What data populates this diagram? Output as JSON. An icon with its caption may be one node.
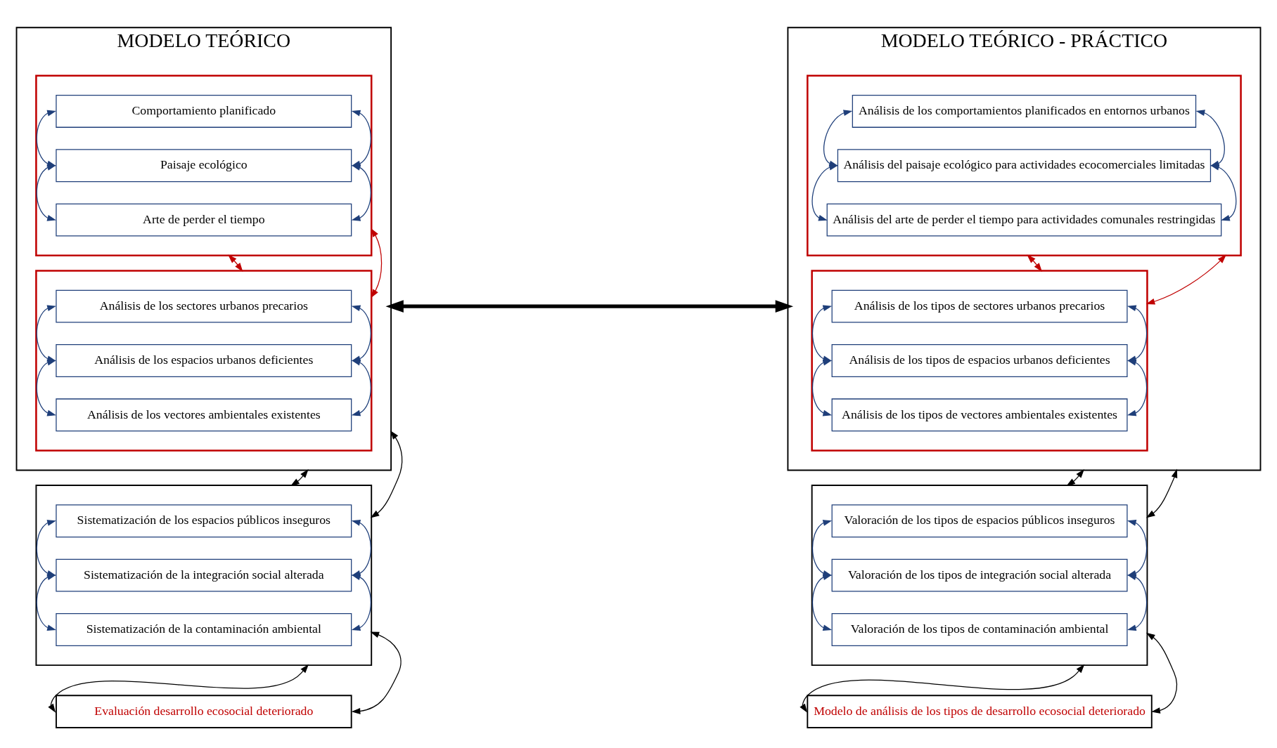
{
  "diagram": {
    "nodes": [
      {
        "text": [
          "MODELO TEÓRICO"
        ]
      },
      {
        "text": [],
        "shape": "box",
        "in": 0
      },
      {
        "text": [
          "Comportamiento planificado"
        ],
        "in": 1
      },
      {
        "text": [
          "Paisaje ecológico"
        ],
        "in": 1
      },
      {
        "text": [
          "Arte de perder el tiempo"
        ],
        "in": 1
      },
      {
        "text": [],
        "shape": "box",
        "in": 0
      },
      {
        "text": [
          "Análisis de los sectores urbanos precarios"
        ],
        "in": 5
      },
      {
        "text": [
          "Análisis de los espacios urbanos deficientes"
        ],
        "in": 5
      },
      {
        "text": [
          "Análisis de los vectores ambientales existentes"
        ],
        "in": 5
      },
      {
        "text": [],
        "shape": "box"
      },
      {
        "text": [
          "Sistematización de los espacios públicos inseguros"
        ],
        "in": 9
      },
      {
        "text": [
          "Sistematización de la integración social alterada"
        ],
        "in": 9
      },
      {
        "text": [
          "Sistematización de la contaminación ambiental"
        ],
        "in": 9
      },
      {
        "text": [
          "Evaluación desarrollo ecosocial deteriorado"
        ]
      },
      {
        "text": [
          "MODELO TEÓRICO - PRÁCTICO"
        ]
      },
      {
        "text": [],
        "shape": "box",
        "in": 14
      },
      {
        "text": [
          "Análisis de los comportamientos planificados en entornos urbanos"
        ],
        "in": 15
      },
      {
        "text": [
          "Análisis del paisaje ecológico para actividades ecocomerciales limitadas"
        ],
        "in": 15
      },
      {
        "text": [
          "Análisis del arte de perder el tiempo para actividades comunales restringidas"
        ],
        "in": 15
      },
      {
        "text": [],
        "shape": "box",
        "in": 14
      },
      {
        "text": [
          "Análisis de los tipos de sectores urbanos precarios"
        ],
        "in": 19
      },
      {
        "text": [
          "Análisis de los tipos de espacios urbanos deficientes"
        ],
        "in": 19
      },
      {
        "text": [
          "Análisis de los tipos de vectores ambientales existentes"
        ],
        "in": 19
      },
      {
        "text": [],
        "shape": "box"
      },
      {
        "text": [
          "Valoración de los tipos de espacios públicos inseguros"
        ],
        "in": 23
      },
      {
        "text": [
          "Valoración de los tipos de integración social alterada"
        ],
        "in": 23
      },
      {
        "text": [
          "Valoración de los tipos de contaminación ambiental"
        ],
        "in": 23
      },
      {
        "text": [
          "Modelo de análisis de los tipos de desarrollo ecosocial deteriorado"
        ]
      }
    ],
    "edges": [
      {
        "from": 2,
        "to": 3,
        "arrow": "both"
      },
      {
        "from": 3,
        "to": 4,
        "arrow": "both"
      },
      {
        "from": 2,
        "to": 3,
        "arrow": "both"
      },
      {
        "from": 3,
        "to": 4,
        "arrow": "both"
      },
      {
        "from": 6,
        "to": 7,
        "arrow": "both"
      },
      {
        "from": 7,
        "to": 8,
        "arrow": "both"
      },
      {
        "from": 6,
        "to": 7,
        "arrow": "both"
      },
      {
        "from": 7,
        "to": 8,
        "arrow": "both"
      },
      {
        "from": 10,
        "to": 11,
        "arrow": "both"
      },
      {
        "from": 11,
        "to": 12,
        "arrow": "both"
      },
      {
        "from": 10,
        "to": 11,
        "arrow": "both"
      },
      {
        "from": 11,
        "to": 12,
        "arrow": "both"
      },
      {
        "from": 1,
        "to": 5,
        "arrow": "both",
        "color": "#c00000"
      },
      {
        "from": 1,
        "to": 5,
        "arrow": "both",
        "color": "#c00000"
      },
      {
        "from": 0,
        "to": 9,
        "arrow": "both",
        "color": "#000000"
      },
      {
        "from": 9,
        "to": 13,
        "arrow": "both",
        "color": "#000000"
      },
      {
        "from": 0,
        "to": 9,
        "arrow": "both",
        "color": "#000000"
      },
      {
        "from": 9,
        "to": 13,
        "arrow": "both",
        "color": "#000000"
      },
      {
        "from": 0,
        "to": 14,
        "arrow": "both",
        "style": "thick",
        "color": "#000000"
      },
      {
        "from": 16,
        "to": 17,
        "arrow": "both"
      },
      {
        "from": 17,
        "to": 18,
        "arrow": "both"
      },
      {
        "from": 16,
        "to": 17,
        "arrow": "both"
      },
      {
        "from": 17,
        "to": 18,
        "arrow": "both"
      },
      {
        "from": 20,
        "to": 21,
        "arrow": "both"
      },
      {
        "from": 21,
        "to": 22,
        "arrow": "both"
      },
      {
        "from": 20,
        "to": 21,
        "arrow": "both"
      },
      {
        "from": 21,
        "to": 22,
        "arrow": "both"
      },
      {
        "from": 24,
        "to": 25,
        "arrow": "both"
      },
      {
        "from": 25,
        "to": 26,
        "arrow": "both"
      },
      {
        "from": 24,
        "to": 25,
        "arrow": "both"
      },
      {
        "from": 25,
        "to": 26,
        "arrow": "both"
      },
      {
        "from": 15,
        "to": 19,
        "arrow": "both",
        "color": "#c00000"
      },
      {
        "from": 15,
        "to": 19,
        "arrow": "both",
        "color": "#c00000"
      },
      {
        "from": 14,
        "to": 23,
        "arrow": "both",
        "color": "#000000"
      },
      {
        "from": 23,
        "to": 27,
        "arrow": "both",
        "color": "#000000"
      },
      {
        "from": 14,
        "to": 23,
        "arrow": "both",
        "color": "#000000"
      },
      {
        "from": 23,
        "to": 27,
        "arrow": "both",
        "color": "#000000"
      }
    ]
  }
}
